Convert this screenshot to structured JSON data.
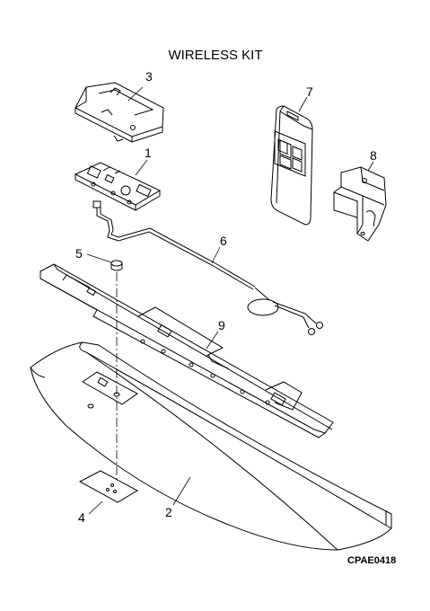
{
  "title": "WIRELESS KIT",
  "drawing_code": "CPAE0418",
  "parts": [
    {
      "number": "1",
      "part": "pc-board"
    },
    {
      "number": "2",
      "part": "front-panel"
    },
    {
      "number": "3",
      "part": "cover"
    },
    {
      "number": "4",
      "part": "label-plate"
    },
    {
      "number": "5",
      "part": "fastener"
    },
    {
      "number": "6",
      "part": "lead-wire"
    },
    {
      "number": "7",
      "part": "remote-controller"
    },
    {
      "number": "8",
      "part": "remote-holder"
    },
    {
      "number": "9",
      "part": "mounting-bracket"
    }
  ]
}
